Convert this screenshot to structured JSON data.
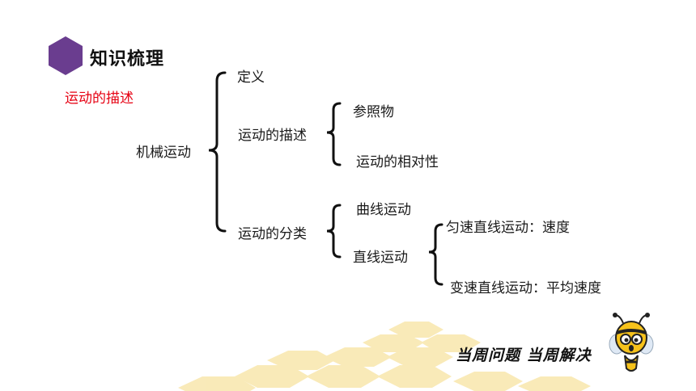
{
  "header": {
    "title": "知识梳理",
    "subtitle": "运动的描述"
  },
  "diagram": {
    "root": "机械运动",
    "level1": [
      "定义",
      "运动的描述",
      "运动的分类"
    ],
    "description_children": [
      "参照物",
      "运动的相对性"
    ],
    "classification_children": [
      "曲线运动",
      "直线运动"
    ],
    "linear_children": [
      "匀速直线运动：速度",
      "变速直线运动：平均速度"
    ]
  },
  "footer": {
    "slogan": "当周问题 当周解决"
  },
  "colors": {
    "accent": "#6a3d8f",
    "highlight": "#e60012",
    "honeycomb": "#f7e3a1"
  }
}
